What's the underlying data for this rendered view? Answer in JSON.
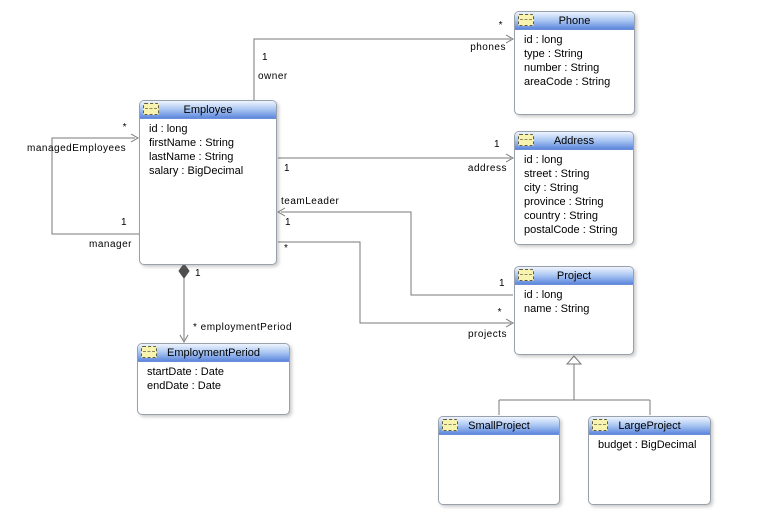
{
  "classes": {
    "phone": {
      "title": "Phone",
      "attrs": [
        "id : long",
        "type : String",
        "number : String",
        "areaCode : String"
      ]
    },
    "address": {
      "title": "Address",
      "attrs": [
        "id : long",
        "street : String",
        "city : String",
        "province : String",
        "country : String",
        "postalCode : String"
      ]
    },
    "employee": {
      "title": "Employee",
      "attrs": [
        "id : long",
        "firstName : String",
        "lastName : String",
        "salary : BigDecimal"
      ]
    },
    "project": {
      "title": "Project",
      "attrs": [
        "id : long",
        "name : String"
      ]
    },
    "employment_period": {
      "title": "EmploymentPeriod",
      "attrs": [
        "startDate : Date",
        "endDate : Date"
      ]
    },
    "small_project": {
      "title": "SmallProject",
      "attrs": []
    },
    "large_project": {
      "title": "LargeProject",
      "attrs": [
        "budget : BigDecimal"
      ]
    }
  },
  "associations": {
    "phones": {
      "target_multiplicity": "*",
      "name": "phones",
      "source_multiplicity": "1",
      "source_role": "owner"
    },
    "managed_employees": {
      "target_multiplicity": "*",
      "name": "managedEmployees",
      "source_multiplicity": "1",
      "source_role": "manager"
    },
    "address": {
      "source_multiplicity": "1",
      "target_multiplicity": "1",
      "name": "address"
    },
    "team_leader": {
      "name": "teamLeader",
      "target_multiplicity": "1",
      "source_multiplicity": "1"
    },
    "projects": {
      "source_multiplicity": "*",
      "target_multiplicity": "*",
      "name": "projects"
    },
    "employment_period": {
      "source_multiplicity": "1",
      "name": "* employmentPeriod"
    }
  },
  "colors": {
    "header_top": "#eef4fe",
    "header_mid": "#a9c6f2",
    "header_bottom": "#5e87dd",
    "box_border": "#97a1ac",
    "line": "#787878",
    "icon_fill": "#f8f3ae",
    "canvas_bg": "#ffffff"
  }
}
